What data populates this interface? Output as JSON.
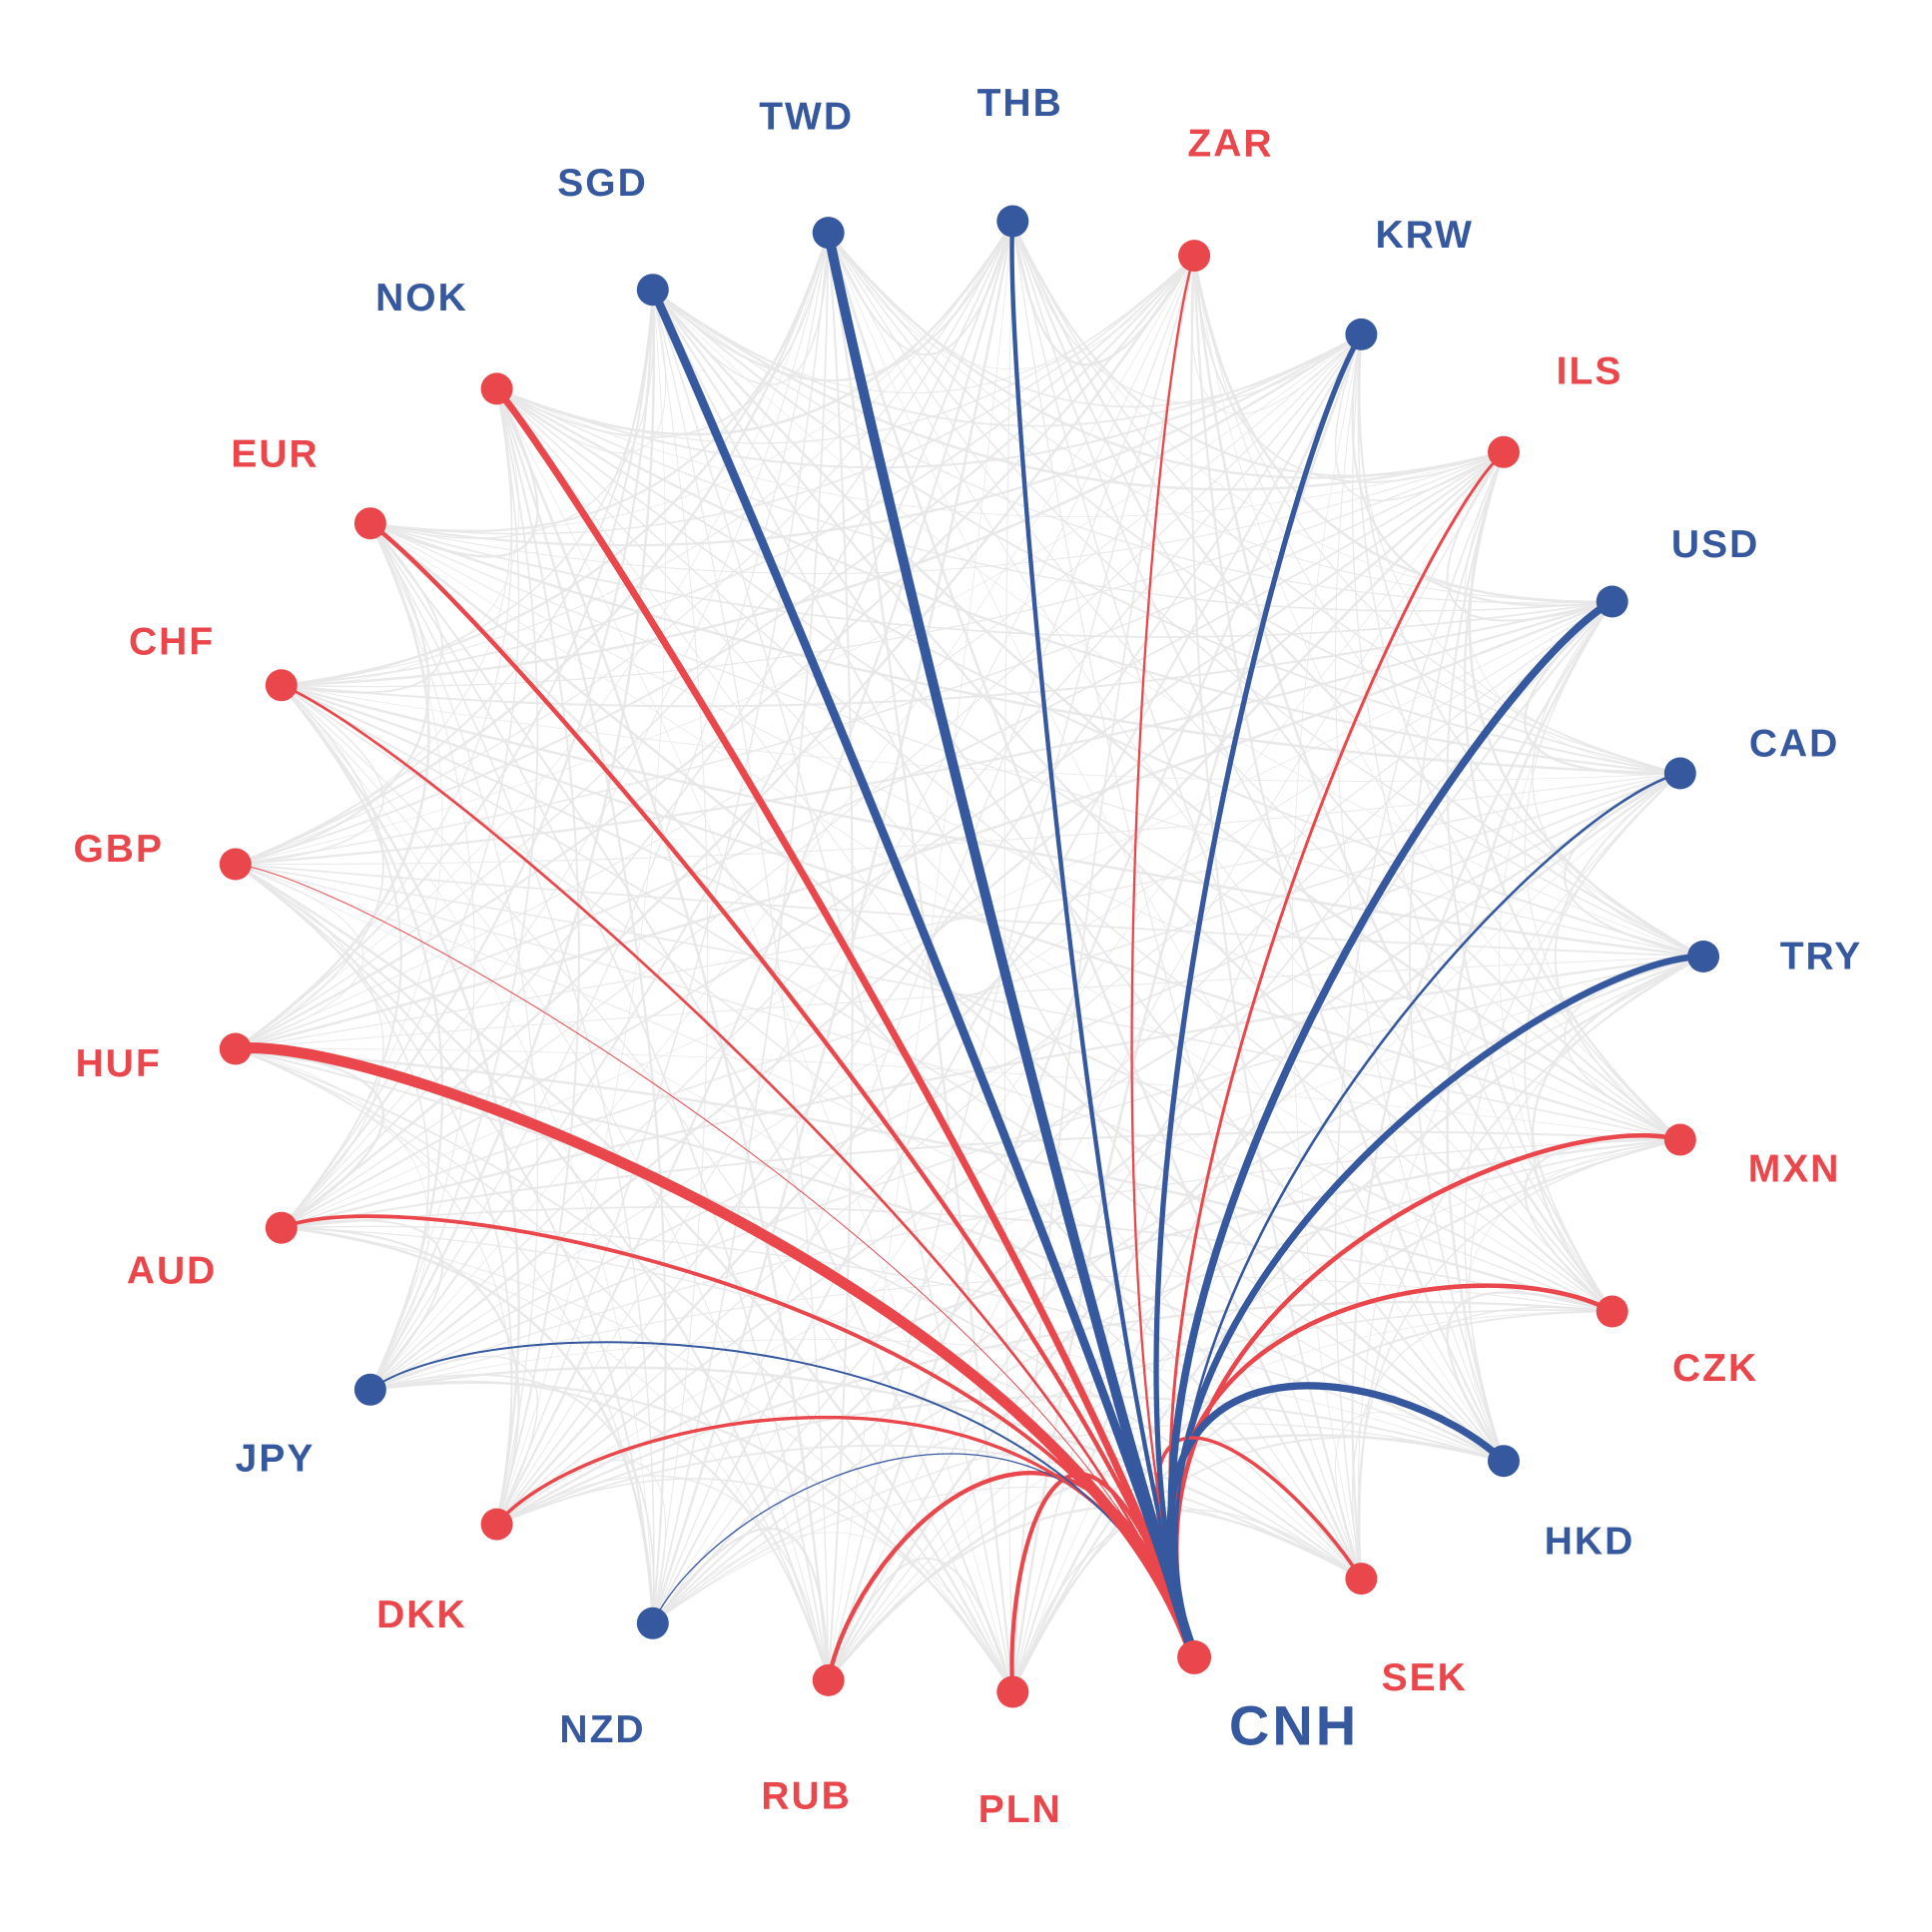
{
  "figure": {
    "description": "Currency correlation network highlighting CNH",
    "background_color": "#ffffff"
  },
  "colors": {
    "red": "#e9474c",
    "blue": "#36589e",
    "gray_edge": "#e7e7e7",
    "background": "#ffffff"
  },
  "chart_data": {
    "type": "network",
    "title": "",
    "focus_node": "CNH",
    "layout": "circular",
    "background_web": "light gray edges between all non-focus currency pairs",
    "nodes": [
      {
        "code": "TRY",
        "angle_deg": 0.0,
        "node_color": "blue",
        "label_color": "blue",
        "edge_to_focus": {
          "color": "blue",
          "width": 6.7
        }
      },
      {
        "code": "MXN",
        "angle_deg": 14.4,
        "node_color": "red",
        "label_color": "red",
        "edge_to_focus": {
          "color": "red",
          "width": 4.6
        }
      },
      {
        "code": "CZK",
        "angle_deg": 28.8,
        "node_color": "red",
        "label_color": "red",
        "edge_to_focus": {
          "color": "red",
          "width": 4.6
        }
      },
      {
        "code": "HKD",
        "angle_deg": 43.2,
        "node_color": "blue",
        "label_color": "blue",
        "edge_to_focus": {
          "color": "blue",
          "width": 7.3
        }
      },
      {
        "code": "SEK",
        "angle_deg": 57.6,
        "node_color": "red",
        "label_color": "red",
        "edge_to_focus": {
          "color": "red",
          "width": 3.5
        }
      },
      {
        "code": "CNH",
        "angle_deg": 72.0,
        "node_color": "red",
        "label_color": "blue",
        "focus": true
      },
      {
        "code": "PLN",
        "angle_deg": 86.4,
        "node_color": "red",
        "label_color": "red",
        "edge_to_focus": {
          "color": "red",
          "width": 4.2
        }
      },
      {
        "code": "RUB",
        "angle_deg": 100.8,
        "node_color": "red",
        "label_color": "red",
        "edge_to_focus": {
          "color": "red",
          "width": 4.4
        }
      },
      {
        "code": "NZD",
        "angle_deg": 115.2,
        "node_color": "blue",
        "label_color": "blue",
        "edge_to_focus": {
          "color": "blue",
          "width": 1.3
        }
      },
      {
        "code": "DKK",
        "angle_deg": 129.6,
        "node_color": "red",
        "label_color": "red",
        "edge_to_focus": {
          "color": "red",
          "width": 3.4
        }
      },
      {
        "code": "JPY",
        "angle_deg": 144.0,
        "node_color": "blue",
        "label_color": "blue",
        "edge_to_focus": {
          "color": "blue",
          "width": 2.0
        }
      },
      {
        "code": "AUD",
        "angle_deg": 158.4,
        "node_color": "red",
        "label_color": "red",
        "edge_to_focus": {
          "color": "red",
          "width": 3.8
        }
      },
      {
        "code": "HUF",
        "angle_deg": 172.8,
        "node_color": "red",
        "label_color": "red",
        "edge_to_focus": {
          "color": "red",
          "width": 11.0
        }
      },
      {
        "code": "GBP",
        "angle_deg": 187.2,
        "node_color": "red",
        "label_color": "red",
        "edge_to_focus": {
          "color": "red",
          "width": 1.0
        }
      },
      {
        "code": "CHF",
        "angle_deg": 201.6,
        "node_color": "red",
        "label_color": "red",
        "edge_to_focus": {
          "color": "red",
          "width": 2.7
        }
      },
      {
        "code": "EUR",
        "angle_deg": 216.0,
        "node_color": "red",
        "label_color": "red",
        "edge_to_focus": {
          "color": "red",
          "width": 4.4
        }
      },
      {
        "code": "NOK",
        "angle_deg": 230.4,
        "node_color": "red",
        "label_color": "blue",
        "edge_to_focus": {
          "color": "red",
          "width": 7.0
        }
      },
      {
        "code": "SGD",
        "angle_deg": 244.8,
        "node_color": "blue",
        "label_color": "blue",
        "edge_to_focus": {
          "color": "blue",
          "width": 8.6
        }
      },
      {
        "code": "TWD",
        "angle_deg": 259.2,
        "node_color": "blue",
        "label_color": "blue",
        "edge_to_focus": {
          "color": "blue",
          "width": 10.0
        }
      },
      {
        "code": "THB",
        "angle_deg": 273.6,
        "node_color": "blue",
        "label_color": "blue",
        "edge_to_focus": {
          "color": "blue",
          "width": 4.4
        }
      },
      {
        "code": "ZAR",
        "angle_deg": 288.0,
        "node_color": "red",
        "label_color": "red",
        "edge_to_focus": {
          "color": "red",
          "width": 2.3
        }
      },
      {
        "code": "KRW",
        "angle_deg": 302.4,
        "node_color": "blue",
        "label_color": "blue",
        "edge_to_focus": {
          "color": "blue",
          "width": 5.3
        }
      },
      {
        "code": "ILS",
        "angle_deg": 316.8,
        "node_color": "red",
        "label_color": "red",
        "edge_to_focus": {
          "color": "red",
          "width": 3.0
        }
      },
      {
        "code": "USD",
        "angle_deg": 331.2,
        "node_color": "blue",
        "label_color": "blue",
        "edge_to_focus": {
          "color": "blue",
          "width": 7.6
        }
      },
      {
        "code": "CAD",
        "angle_deg": 345.6,
        "node_color": "blue",
        "label_color": "blue",
        "edge_to_focus": {
          "color": "blue",
          "width": 2.6
        }
      }
    ]
  }
}
